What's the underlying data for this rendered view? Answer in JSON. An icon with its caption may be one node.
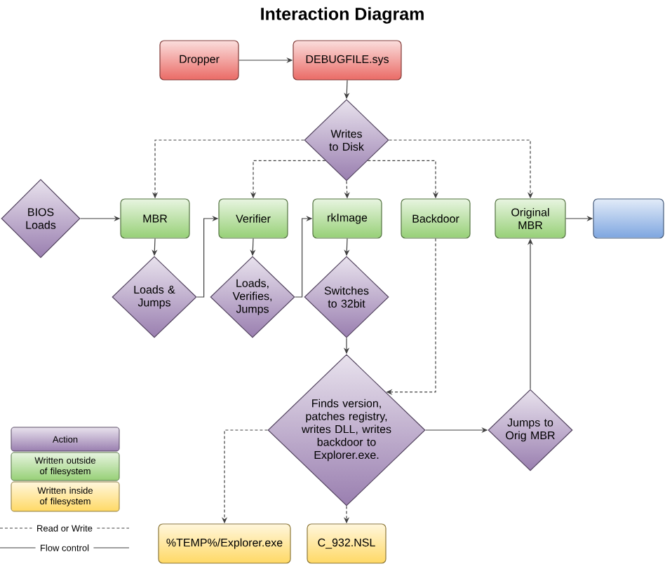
{
  "diagram": {
    "title": "Interaction Diagram",
    "nodes": [
      {
        "text": [
          "Dropper"
        ]
      },
      {
        "text": [
          "DEBUGFILE.sys"
        ]
      },
      {
        "text": [
          "Writes to Disk"
        ]
      },
      {
        "text": [
          "BIOS Loads"
        ]
      },
      {
        "text": [
          "MBR"
        ]
      },
      {
        "text": [
          "Verifier"
        ]
      },
      {
        "text": [
          "rkImage"
        ]
      },
      {
        "text": [
          "Backdoor"
        ]
      },
      {
        "text": [
          "Original MBR"
        ]
      },
      {
        "text": [],
        "shape": "box"
      },
      {
        "text": [
          "Loads & Jumps"
        ]
      },
      {
        "text": [
          "Loads, Verifies, Jumps"
        ]
      },
      {
        "text": [
          "Switches to 32bit"
        ]
      },
      {
        "text": [
          "Finds version, patches registry, writes DLL, writes backdoor to Explorer.exe."
        ]
      },
      {
        "text": [
          "Jumps to Orig MBR"
        ]
      },
      {
        "text": [
          "%TEMP%/Explorer.exe"
        ]
      },
      {
        "text": [
          "C_932.NSL"
        ]
      }
    ],
    "edges": [
      {
        "from": 0,
        "to": 1,
        "arrow": "to"
      },
      {
        "from": 1,
        "to": 2,
        "arrow": "to"
      },
      {
        "from": 2,
        "to": 4,
        "arrow": "to",
        "style": "dashed"
      },
      {
        "from": 2,
        "to": 5,
        "arrow": "to",
        "style": "dashed"
      },
      {
        "from": 2,
        "to": 6,
        "arrow": "to",
        "style": "dashed"
      },
      {
        "from": 2,
        "to": 7,
        "arrow": "to",
        "style": "dashed"
      },
      {
        "from": 2,
        "to": 8,
        "arrow": "to",
        "style": "dashed"
      },
      {
        "from": 3,
        "to": 4,
        "arrow": "to"
      },
      {
        "from": 4,
        "to": 10,
        "arrow": "to"
      },
      {
        "from": 10,
        "to": 5,
        "arrow": "to"
      },
      {
        "from": 5,
        "to": 11,
        "arrow": "to"
      },
      {
        "from": 11,
        "to": 6,
        "arrow": "to"
      },
      {
        "from": 6,
        "to": 12,
        "arrow": "to"
      },
      {
        "from": 12,
        "to": 13,
        "arrow": "to"
      },
      {
        "from": 7,
        "to": 13,
        "arrow": "to",
        "style": "dashed"
      },
      {
        "from": 13,
        "to": 14,
        "arrow": "to"
      },
      {
        "from": 14,
        "to": 8,
        "arrow": "to"
      },
      {
        "from": 8,
        "to": 9,
        "arrow": "to"
      },
      {
        "from": 13,
        "to": 15,
        "arrow": "to",
        "style": "dashed"
      },
      {
        "from": 13,
        "to": 16,
        "arrow": "to",
        "style": "dashed"
      }
    ],
    "legend": [
      {
        "text": "Action",
        "color": "#9a7fb0"
      },
      {
        "text": "Written outside of filesystem",
        "color": "#97d077"
      },
      {
        "text": "Written inside of filesystem",
        "color": "#ffd966"
      },
      {
        "text": "Read or Write"
      },
      {
        "text": "Flow control"
      }
    ]
  }
}
